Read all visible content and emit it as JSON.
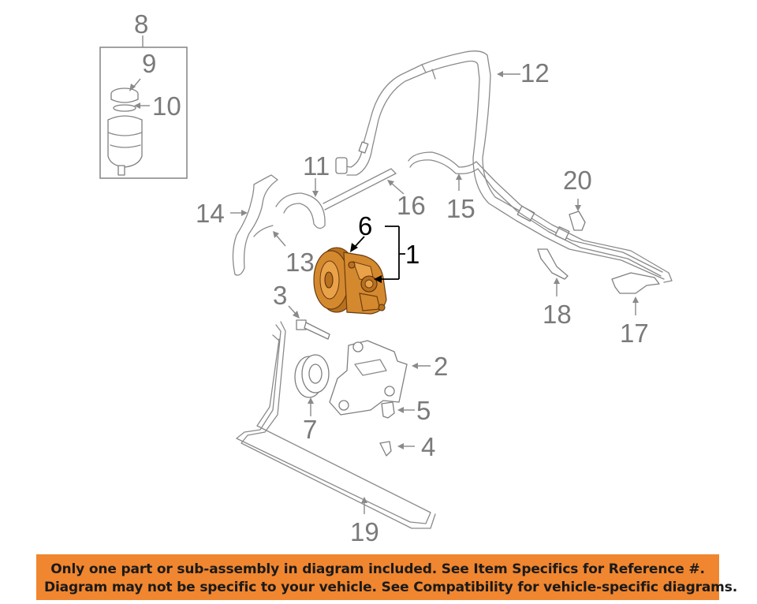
{
  "callouts": [
    {
      "id": "8",
      "label": "8"
    },
    {
      "id": "9",
      "label": "9"
    },
    {
      "id": "10",
      "label": "10"
    },
    {
      "id": "12",
      "label": "12"
    },
    {
      "id": "11",
      "label": "11"
    },
    {
      "id": "16",
      "label": "16"
    },
    {
      "id": "14",
      "label": "14"
    },
    {
      "id": "15",
      "label": "15"
    },
    {
      "id": "20",
      "label": "20"
    },
    {
      "id": "6",
      "label": "6"
    },
    {
      "id": "1",
      "label": "1"
    },
    {
      "id": "13",
      "label": "13"
    },
    {
      "id": "3",
      "label": "3"
    },
    {
      "id": "18",
      "label": "18"
    },
    {
      "id": "17",
      "label": "17"
    },
    {
      "id": "2",
      "label": "2"
    },
    {
      "id": "5",
      "label": "5"
    },
    {
      "id": "7",
      "label": "7"
    },
    {
      "id": "4",
      "label": "4"
    },
    {
      "id": "19",
      "label": "19"
    }
  ],
  "notice": {
    "line1": "Only one part or sub-assembly in diagram included. See Item Specifics for Reference #.",
    "line2": "Diagram may not be specific to your vehicle. See Compatibility for vehicle-specific diagrams."
  },
  "colors": {
    "notice_background": "#f0862f",
    "highlighted_part": "#d4892e",
    "line_art": "#8a8a8a"
  }
}
